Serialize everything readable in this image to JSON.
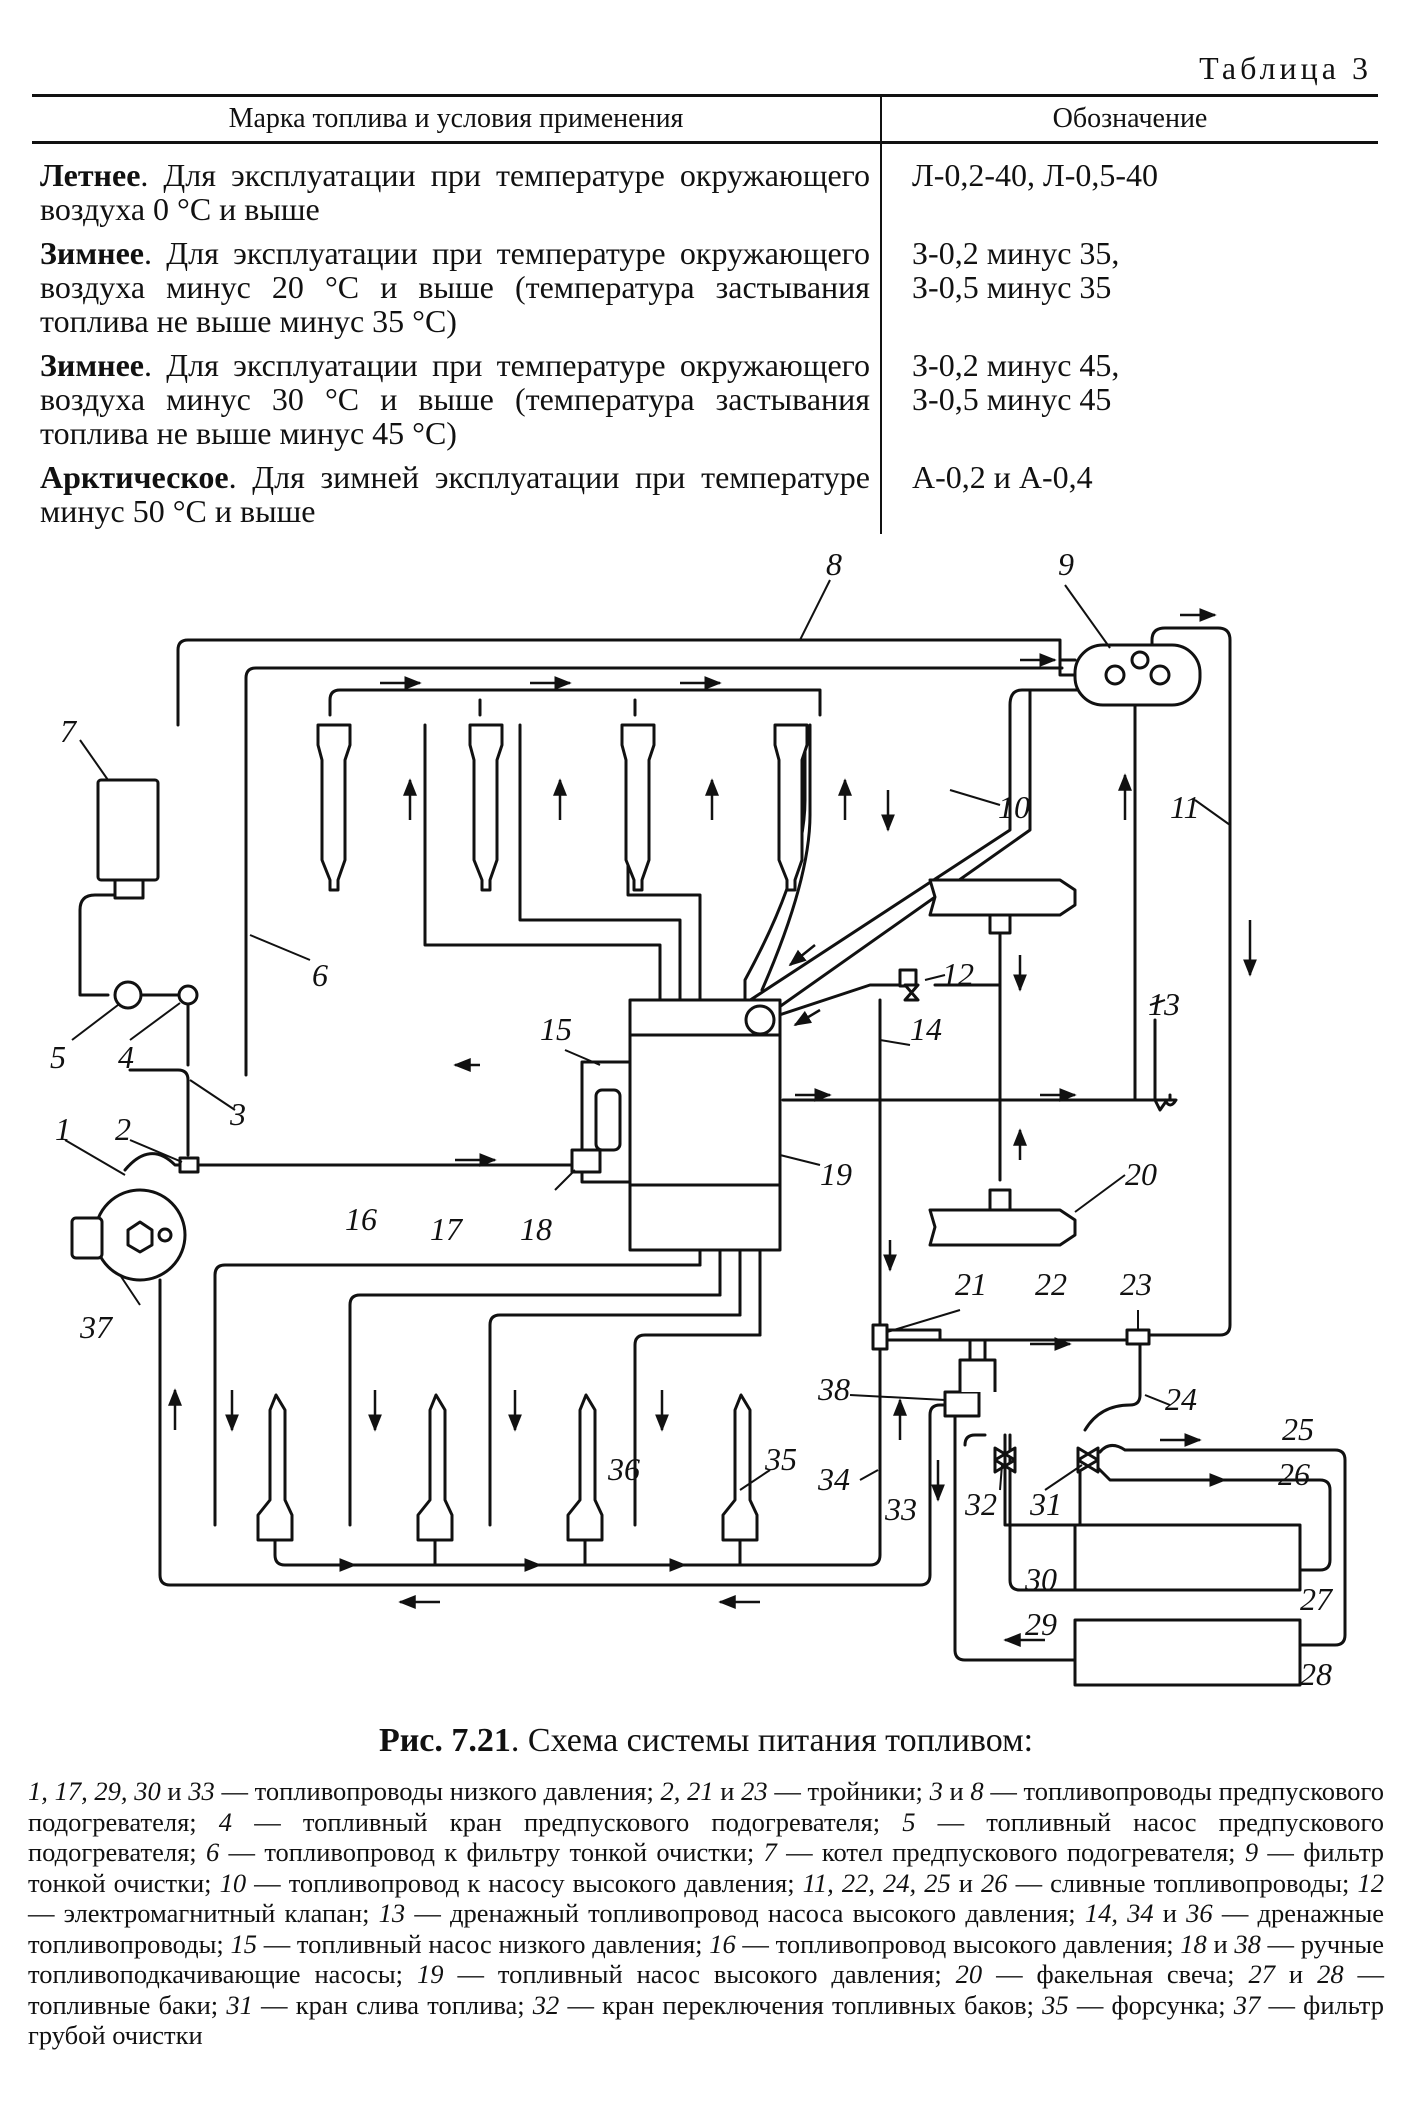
{
  "table": {
    "caption": "Таблица 3",
    "headers": [
      "Марка топлива и условия применения",
      "Обозначение"
    ],
    "rows": [
      {
        "grade": "Летнее",
        "rest": ". Для эксплуатации при температуре окружающего воздуха 0 °С и выше",
        "designation": "Л-0,2-40, Л-0,5-40"
      },
      {
        "grade": "Зимнее",
        "rest": ". Для эксплуатации при температуре окружающего воздуха минус 20 °С и выше (температура застывания топлива не выше минус 35 °С)",
        "designation": "З-0,2 минус 35,\nЗ-0,5 минус 35"
      },
      {
        "grade": "Зимнее",
        "rest": ". Для эксплуатации при температуре окружающего воздуха минус 30 °С и выше (температура застывания топлива не выше минус 45 °С)",
        "designation": "З-0,2 минус 45,\nЗ-0,5 минус 45"
      },
      {
        "grade": "Арктическое",
        "rest": ". Для зимней эксплуатации при температуре минус 50 °С и выше",
        "designation": "А-0,2 и А-0,4"
      }
    ]
  },
  "diagram": {
    "labels": [
      "1",
      "2",
      "3",
      "4",
      "5",
      "6",
      "7",
      "8",
      "9",
      "10",
      "11",
      "12",
      "13",
      "14",
      "15",
      "16",
      "17",
      "18",
      "19",
      "20",
      "21",
      "22",
      "23",
      "24",
      "25",
      "26",
      "27",
      "28",
      "29",
      "30",
      "31",
      "32",
      "33",
      "34",
      "35",
      "36",
      "37",
      "38"
    ]
  },
  "figure": {
    "number": "Рис. 7.21",
    "title": ". Схема системы питания топливом:",
    "legend": [
      {
        "n": "1, 17, 29, 30",
        "sep": " и ",
        "n2": "33",
        "t": " — топливопроводы низкого давления; "
      },
      {
        "n": "2, 21",
        "sep": " и ",
        "n2": "23",
        "t": " — тройники; "
      },
      {
        "n": "3",
        "sep": " и ",
        "n2": "8",
        "t": " — топливопроводы предпускового подогревателя; "
      },
      {
        "n": "4",
        "sep": "",
        "n2": "",
        "t": " — топливный кран предпускового подогревателя; "
      },
      {
        "n": "5",
        "sep": "",
        "n2": "",
        "t": " — топливный насос предпускового подогревателя; "
      },
      {
        "n": "6",
        "sep": "",
        "n2": "",
        "t": " — топливопровод к фильтру тонкой очистки; "
      },
      {
        "n": "7",
        "sep": "",
        "n2": "",
        "t": " — котел предпускового подогревателя; "
      },
      {
        "n": "9",
        "sep": "",
        "n2": "",
        "t": " — фильтр тонкой очистки; "
      },
      {
        "n": "10",
        "sep": "",
        "n2": "",
        "t": " — топливопровод к насосу высокого давления; "
      },
      {
        "n": "11, 22, 24, 25",
        "sep": " и ",
        "n2": "26",
        "t": " — сливные топливопроводы; "
      },
      {
        "n": "12",
        "sep": "",
        "n2": "",
        "t": " — электромагнитный клапан; "
      },
      {
        "n": "13",
        "sep": "",
        "n2": "",
        "t": " — дренажный топливопровод насоса высокого давления; "
      },
      {
        "n": "14, 34",
        "sep": " и ",
        "n2": "36",
        "t": " — дренажные топливопроводы; "
      },
      {
        "n": "15",
        "sep": "",
        "n2": "",
        "t": " — топливный насос низкого давления; "
      },
      {
        "n": "16",
        "sep": "",
        "n2": "",
        "t": " — топливопровод высокого давления; "
      },
      {
        "n": "18",
        "sep": " и ",
        "n2": "38",
        "t": " — ручные топливоподкачивающие насосы; "
      },
      {
        "n": "19",
        "sep": "",
        "n2": "",
        "t": " — топливный насос высокого давления; "
      },
      {
        "n": "20",
        "sep": "",
        "n2": "",
        "t": " — факельная свеча; "
      },
      {
        "n": "27",
        "sep": " и ",
        "n2": "28",
        "t": " — топливные баки; "
      },
      {
        "n": "31",
        "sep": "",
        "n2": "",
        "t": " — кран слива топлива; "
      },
      {
        "n": "32",
        "sep": "",
        "n2": "",
        "t": " — кран переключения топливных баков; "
      },
      {
        "n": "35",
        "sep": "",
        "n2": "",
        "t": " — форсунка; "
      },
      {
        "n": "37",
        "sep": "",
        "n2": "",
        "t": " — фильтр грубой очистки"
      }
    ]
  }
}
